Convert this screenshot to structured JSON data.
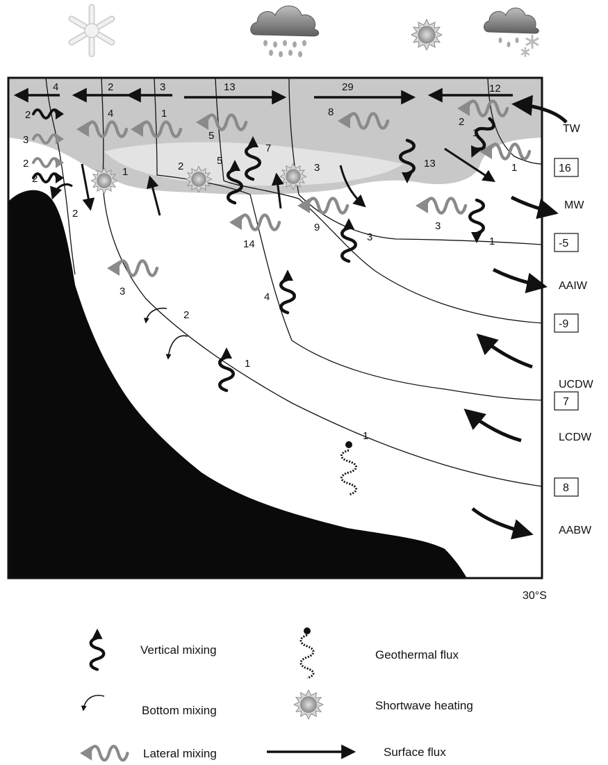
{
  "flux_labels": {
    "surface": [
      "4",
      "2",
      "3",
      "13",
      "29",
      "12"
    ],
    "lateral_top": [
      "4",
      "1",
      "5",
      "8"
    ],
    "lateral_left": [
      "2",
      "3",
      "2",
      "2"
    ],
    "shortwave": [
      "1",
      "2",
      "3"
    ],
    "vertical": [
      "5",
      "7",
      "3",
      "13",
      "1",
      "1",
      "3",
      "4",
      "1"
    ],
    "lateral_mid": [
      "2",
      "1",
      "14",
      "9",
      "3",
      "3"
    ],
    "bottom": [
      "2"
    ],
    "geothermal": [
      "1"
    ]
  },
  "layers": [
    {
      "name": "TW",
      "value": null
    },
    {
      "name": "MW",
      "value": "16"
    },
    {
      "name": "AAIW",
      "value": "-5"
    },
    {
      "name": "UCDW",
      "value": "-9"
    },
    {
      "name": "LCDW",
      "value": "7"
    },
    {
      "name": "AABW",
      "value": "8"
    }
  ],
  "latitude": "30°S",
  "legend": {
    "vertical_mixing": "Vertical mixing",
    "geothermal_flux": "Geothermal flux",
    "bottom_mixing": "Bottom mixing",
    "shortwave_heating": "Shortwave heating",
    "lateral_mixing": "Lateral mixing",
    "surface_flux": "Surface flux"
  },
  "weather_icons": [
    "snowflake-icon",
    "rain-cloud-icon",
    "sun-icon",
    "snow-cloud-icon"
  ],
  "colors": {
    "surface_layer": "#c8c8c8",
    "mixed_layer": "#e3e3e3",
    "topography": "#0a0a0a",
    "gray_arrow": "#8a8a8a"
  }
}
